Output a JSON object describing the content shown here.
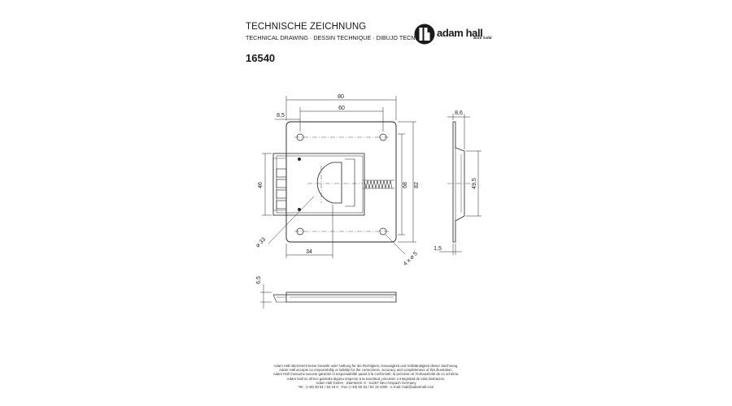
{
  "header": {
    "title": "TECHNISCHE ZEICHNUNG",
    "subtitle": "TECHNICAL DRAWING · DESSIN TECHNIQUE · DIBUJO TECNICO",
    "part_number": "16540"
  },
  "logo": {
    "name": "adam hall",
    "tagline": "Rock Solid",
    "icon": "adam-hall-ah-logo-icon"
  },
  "dimensions": {
    "overall_width": "80",
    "hole_spacing": "60",
    "left_offset": "8,5",
    "height_inner": "68",
    "height_overall": "82",
    "slot_height": "46",
    "cutout_diameter": "⌀ 33",
    "bottom_offset": "34",
    "holes": "4 x ⌀ 5",
    "side_depth": "8,6",
    "side_height": "49,5",
    "material_thickness": "1,5",
    "bottom_view_height": "6,5"
  },
  "footer": {
    "lines": [
      "Adam Hall übernimmt keine Gewähr oder Haftung für die Richtigkeit, Genauigkeit und Vollständigkeit dieser Zeichnung.",
      "Adam Hall accepts no responsibility or liability for the correctness, accuracy and completeness of this illustration.",
      "Adam Hall n'assume aucune garantie ni responsabilité quant à la conformité, la précision et l'exhaustivité de ce schéma.",
      "Adam Hall no ofrece garantía alguna respecto a la exactitud, precisión o integridad de esta ilustración.",
      "Adam Hall GmbH · Daimlerstr. 9 · 61267 Neu-Anspach Germany",
      "Tel.: (+49) 60 81 / 94 19 0 · Fax: (+49) 60 81 / 94 19 1000 · e-mail: mail@adamhall.com"
    ]
  }
}
